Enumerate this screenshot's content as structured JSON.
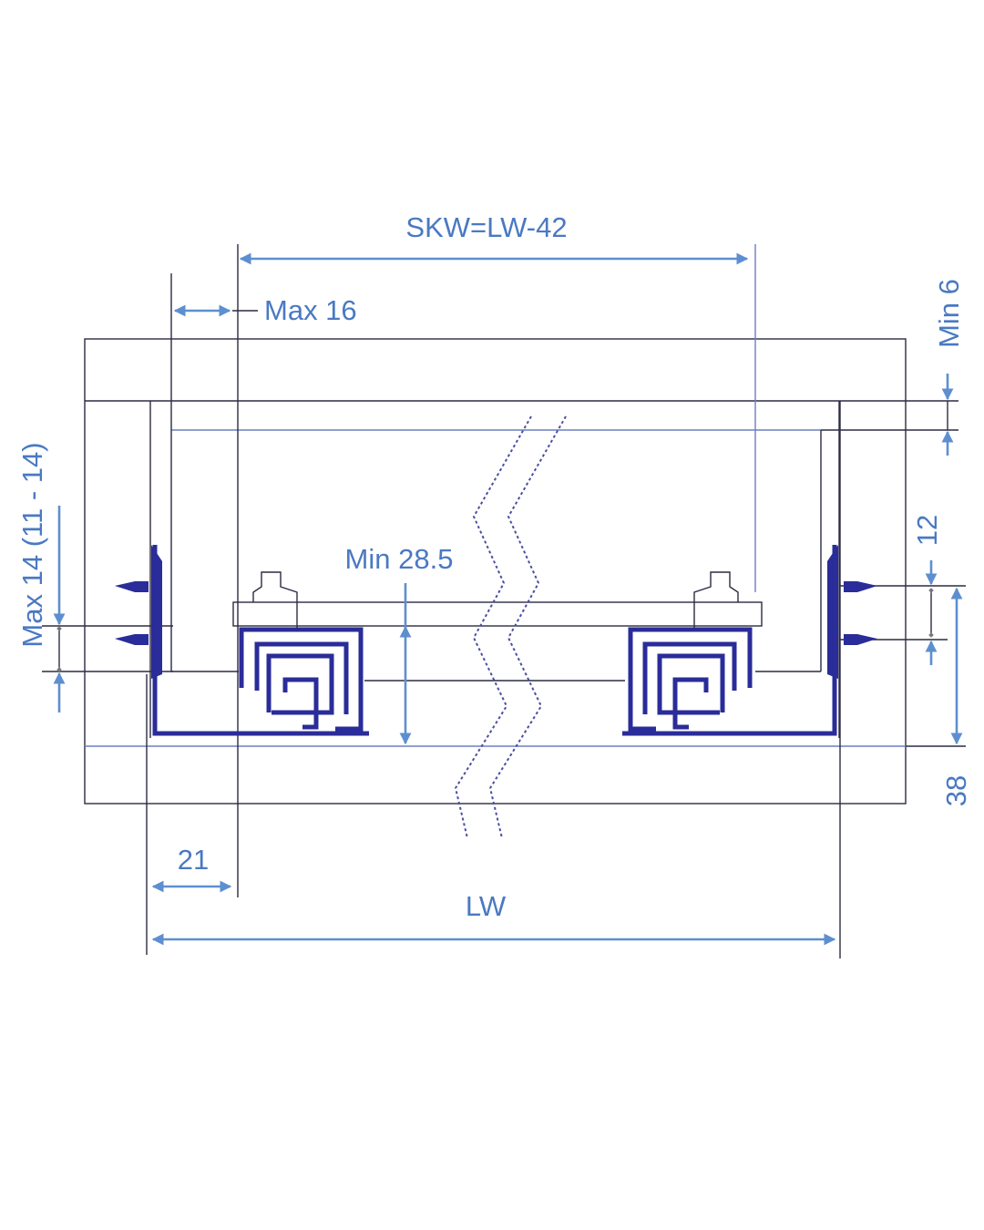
{
  "labels": {
    "skw": "SKW=LW-42",
    "max16": "Max 16",
    "min6": "Min 6",
    "max14": "Max  14 (11 - 14)",
    "min285": "Min 28.5",
    "twelve": "12",
    "thirtyeight": "38",
    "twentyone": "21",
    "lw": "LW"
  },
  "colors": {
    "dimension": "#5d8fd0",
    "text": "#4a79c2",
    "outline": "#2c2c44",
    "slide": "#2a2c9a"
  }
}
